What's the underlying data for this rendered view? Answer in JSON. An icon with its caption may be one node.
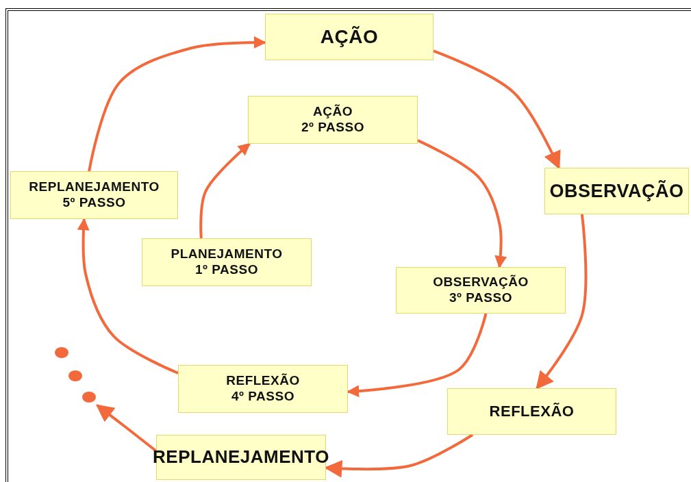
{
  "diagram": {
    "nodes": [
      {
        "text": [
          "AÇÃO"
        ]
      },
      {
        "text": [
          "AÇÃO",
          "2º PASSO"
        ]
      },
      {
        "text": [
          "REPLANEJAMENTO",
          "5º PASSO"
        ]
      },
      {
        "text": [
          "OBSERVAÇÃO"
        ]
      },
      {
        "text": [
          "PLANEJAMENTO",
          "1º PASSO"
        ]
      },
      {
        "text": [
          "OBSERVAÇÃO",
          "3º PASSO"
        ]
      },
      {
        "text": [
          "REFLEXÃO",
          "4º PASSO"
        ]
      },
      {
        "text": [
          "REFLEXÃO"
        ]
      },
      {
        "text": [
          "REPLANEJAMENTO"
        ]
      }
    ],
    "edges": [
      {
        "from": 4,
        "to": 1,
        "arrow": "to"
      },
      {
        "from": 1,
        "to": 5,
        "arrow": "to"
      },
      {
        "from": 5,
        "to": 6,
        "arrow": "to"
      },
      {
        "from": 6,
        "to": 2,
        "arrow": "to"
      },
      {
        "from": 2,
        "to": 0,
        "arrow": "to"
      },
      {
        "from": 0,
        "to": 3,
        "arrow": "to"
      },
      {
        "from": 3,
        "to": 7,
        "arrow": "to"
      },
      {
        "from": 7,
        "to": 8,
        "arrow": "to"
      },
      {
        "from": 8,
        "to": null,
        "arrow": "to"
      }
    ]
  }
}
